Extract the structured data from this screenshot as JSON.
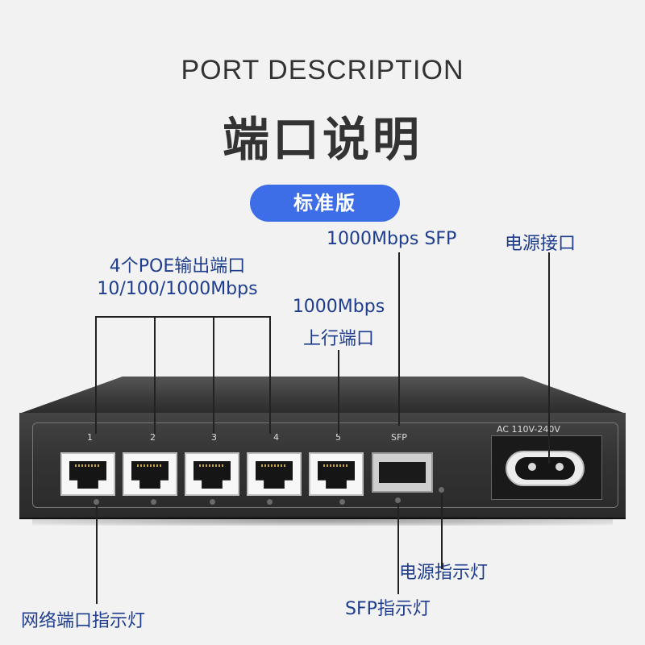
{
  "header": {
    "title_en": "PORT DESCRIPTION",
    "title_cn": "端口说明",
    "badge": "标准版"
  },
  "labels": {
    "poe_line1": "4个POE输出端口",
    "poe_line2": "10/100/1000Mbps",
    "uplink_line1": "1000Mbps",
    "uplink_line2": "上行端口",
    "sfp": "1000Mbps SFP",
    "power_port": "电源接口",
    "power_led": "电源指示灯",
    "sfp_led": "SFP指示灯",
    "network_led": "网络端口指示灯"
  },
  "device": {
    "port_numbers": [
      "1",
      "2",
      "3",
      "4",
      "5"
    ],
    "sfp_port_label": "SFP",
    "power_rating": "AC 110V-240V"
  },
  "colors": {
    "label_text": "#1f3d8f",
    "badge_bg": "#3d6ee8",
    "background": "#f2f2f2",
    "device_body": "#333333"
  },
  "icons": [
    "rj45-port-icon",
    "sfp-port-icon",
    "ac-power-socket-icon",
    "led-indicator-icon"
  ]
}
